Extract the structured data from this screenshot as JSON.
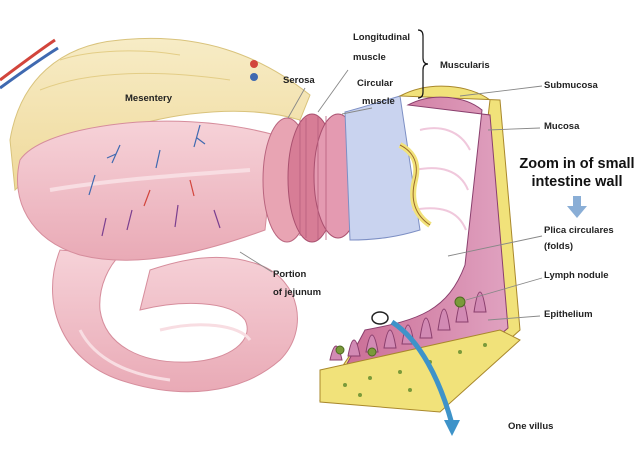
{
  "labels": {
    "mesentery": "Mesentery",
    "serosa": "Serosa",
    "longitudinal_1": "Longitudinal",
    "longitudinal_2": "muscle",
    "circular_1": "Circular",
    "circular_2": "muscle",
    "muscularis": "Muscularis",
    "submucosa": "Submucosa",
    "mucosa": "Mucosa",
    "zoom_1": "Zoom in of small",
    "zoom_2": "intestine wall",
    "plica_1": "Plica  circulares",
    "plica_2": "(folds)",
    "lymph_nodule": "Lymph nodule",
    "portion_1": "Portion",
    "portion_2": "of jejunum",
    "epithelium": "Epithelium",
    "one_villus": "One villus"
  },
  "colors": {
    "mesentery": "#f3e6b0",
    "intestine": "#f2c6cc",
    "serosa": "#e8a4b3",
    "muscularis": "#d77d96",
    "submucosa": "#c9d3ef",
    "mucosa": "#f1e27a",
    "plica": "#c87aaa",
    "lymph_nodule": "#7a9a3a",
    "villus_arrow": "#3e93c9",
    "artery": "#d2453c",
    "vein": "#3f69b0",
    "zoom_arrow": "#8aaed6"
  }
}
